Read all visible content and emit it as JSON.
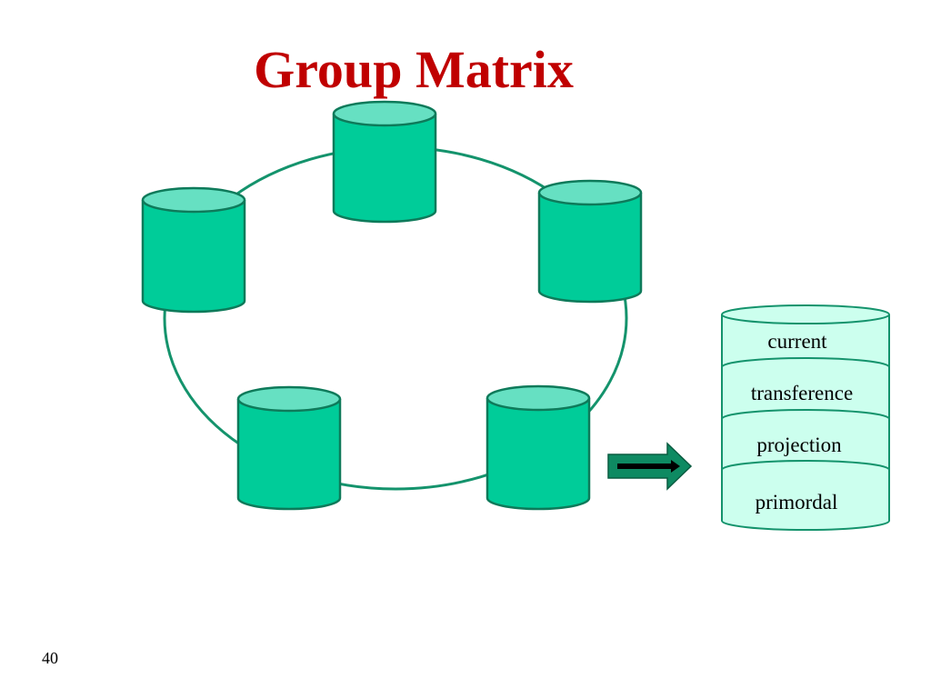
{
  "slide": {
    "title": "Group Matrix",
    "number": "40"
  },
  "diagram": {
    "layers": [
      "current",
      "transference",
      "projection",
      "primordal"
    ]
  },
  "colors": {
    "title": "#C00000",
    "cylinder_body": "#00CC99",
    "cylinder_top": "#66E0C2",
    "cylinder_stroke": "#0E7A5A",
    "circle_stroke": "#14936C",
    "stack_fill": "#CCFFEE",
    "arrow_fill": "#0E8A62"
  }
}
